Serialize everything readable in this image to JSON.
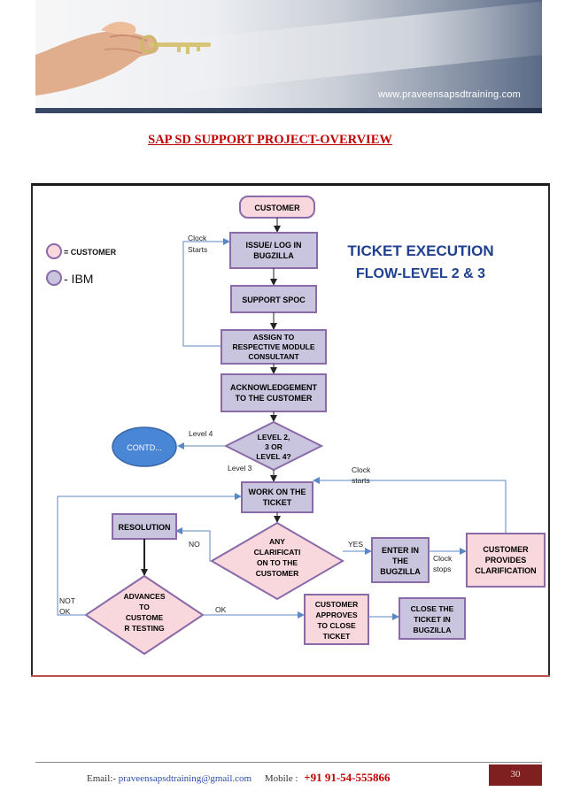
{
  "banner": {
    "url": "www.praveensapsdtraining.com"
  },
  "page_title": "SAP SD SUPPORT PROJECT-OVERVIEW",
  "flowchart": {
    "title_line1": "TICKET EXECUTION",
    "title_line2": "FLOW-LEVEL 2 & 3",
    "legend": {
      "customer": "= CUSTOMER",
      "ibm": "-  IBM"
    },
    "nodes": {
      "customer": "CUSTOMER",
      "issue_l1": "ISSUE/ LOG IN",
      "issue_l2": "BUGZILLA",
      "spoc": "SUPPORT SPOC",
      "assign_l1": "ASSIGN TO",
      "assign_l2": "RESPECTIVE MODULE",
      "assign_l3": "CONSULTANT",
      "ack_l1": "ACKNOWLEDGEMENT",
      "ack_l2": "TO THE CUSTOMER",
      "level_l1": "LEVEL 2,",
      "level_l2": "3 OR",
      "level_l3": "LEVEL 4?",
      "contd": "CONTD...",
      "work_l1": "WORK ON THE",
      "work_l2": "TICKET",
      "resolution": "RESOLUTION",
      "clar_l1": "ANY",
      "clar_l2": "CLARIFICATI",
      "clar_l3": "ON TO THE",
      "clar_l4": "CUSTOMER",
      "enter_l1": "ENTER  IN",
      "enter_l2": "THE",
      "enter_l3": "BUGZILLA",
      "provides_l1": "CUSTOMER",
      "provides_l2": "PROVIDES",
      "provides_l3": "CLARIFICATION",
      "adv_l1": "ADVANCES",
      "adv_l2": "TO",
      "adv_l3": "CUSTOME",
      "adv_l4": "R TESTING",
      "approves_l1": "CUSTOMER",
      "approves_l2": "APPROVES",
      "approves_l3": "TO CLOSE",
      "approves_l4": "TICKET",
      "close_l1": "CLOSE THE",
      "close_l2": "TICKET IN",
      "close_l3": "BUGZILLA"
    },
    "labels": {
      "clock_starts_l1": "Clock",
      "clock_starts_l2": "Starts",
      "level4": "Level 4",
      "level3": "Level 3",
      "clock_starts2_l1": "Clock",
      "clock_starts2_l2": "starts",
      "no": "NO",
      "yes": "YES",
      "clock_stops_l1": "Clock",
      "clock_stops_l2": "stops",
      "not_ok_l1": "NOT",
      "not_ok_l2": "OK",
      "ok": "OK"
    },
    "colors": {
      "customer_fill": "#f8d7dd",
      "ibm_fill": "#c9c5df",
      "stroke": "#8a6aa8",
      "contd_fill": "#4a86d6",
      "title": "#1f3f8f"
    }
  },
  "footer": {
    "email_label": "Email:-",
    "email": "praveensapsdtraining@gmail.com",
    "mobile_label": "Mobile :",
    "mobile": "+91 91-54-555866",
    "page_number": "30"
  }
}
